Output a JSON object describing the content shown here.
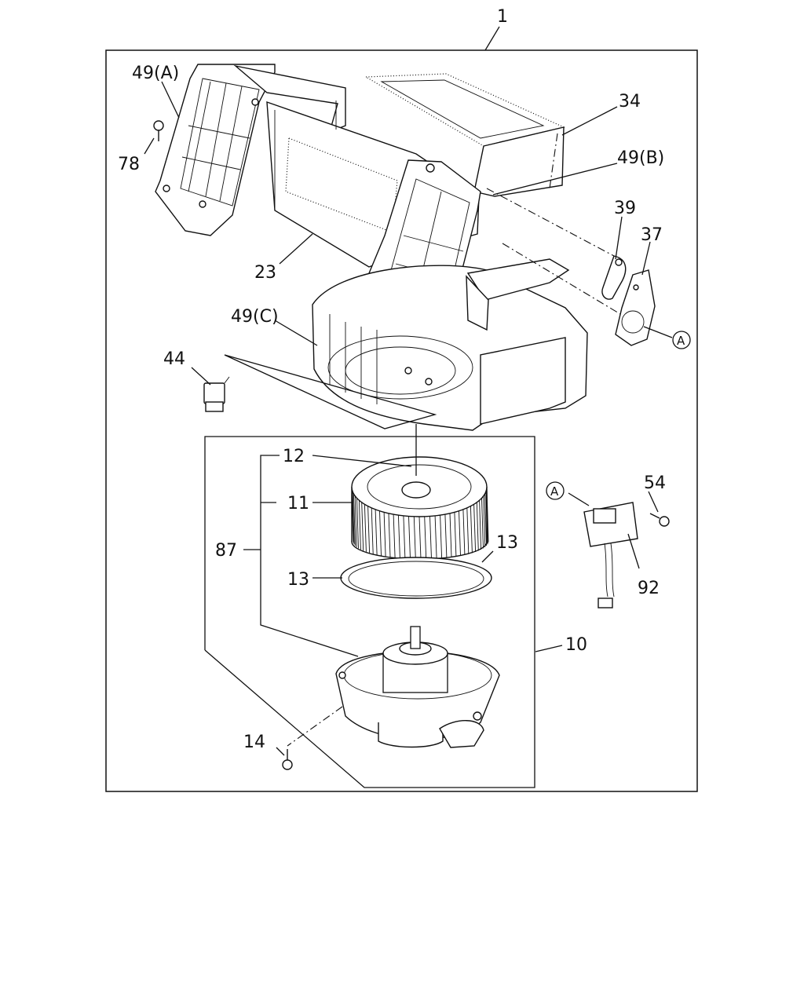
{
  "diagram": {
    "callouts": {
      "c1": "1",
      "c49a": "49(A)",
      "c78": "78",
      "c34": "34",
      "c49b": "49(B)",
      "c39": "39",
      "c37": "37",
      "c23": "23",
      "c49c": "49(C)",
      "c44": "44",
      "cA1": "A",
      "c12": "12",
      "c11": "11",
      "c87": "87",
      "c13r": "13",
      "c13l": "13",
      "c10": "10",
      "c14": "14",
      "cA2": "A",
      "c54": "54",
      "c92": "92"
    }
  }
}
